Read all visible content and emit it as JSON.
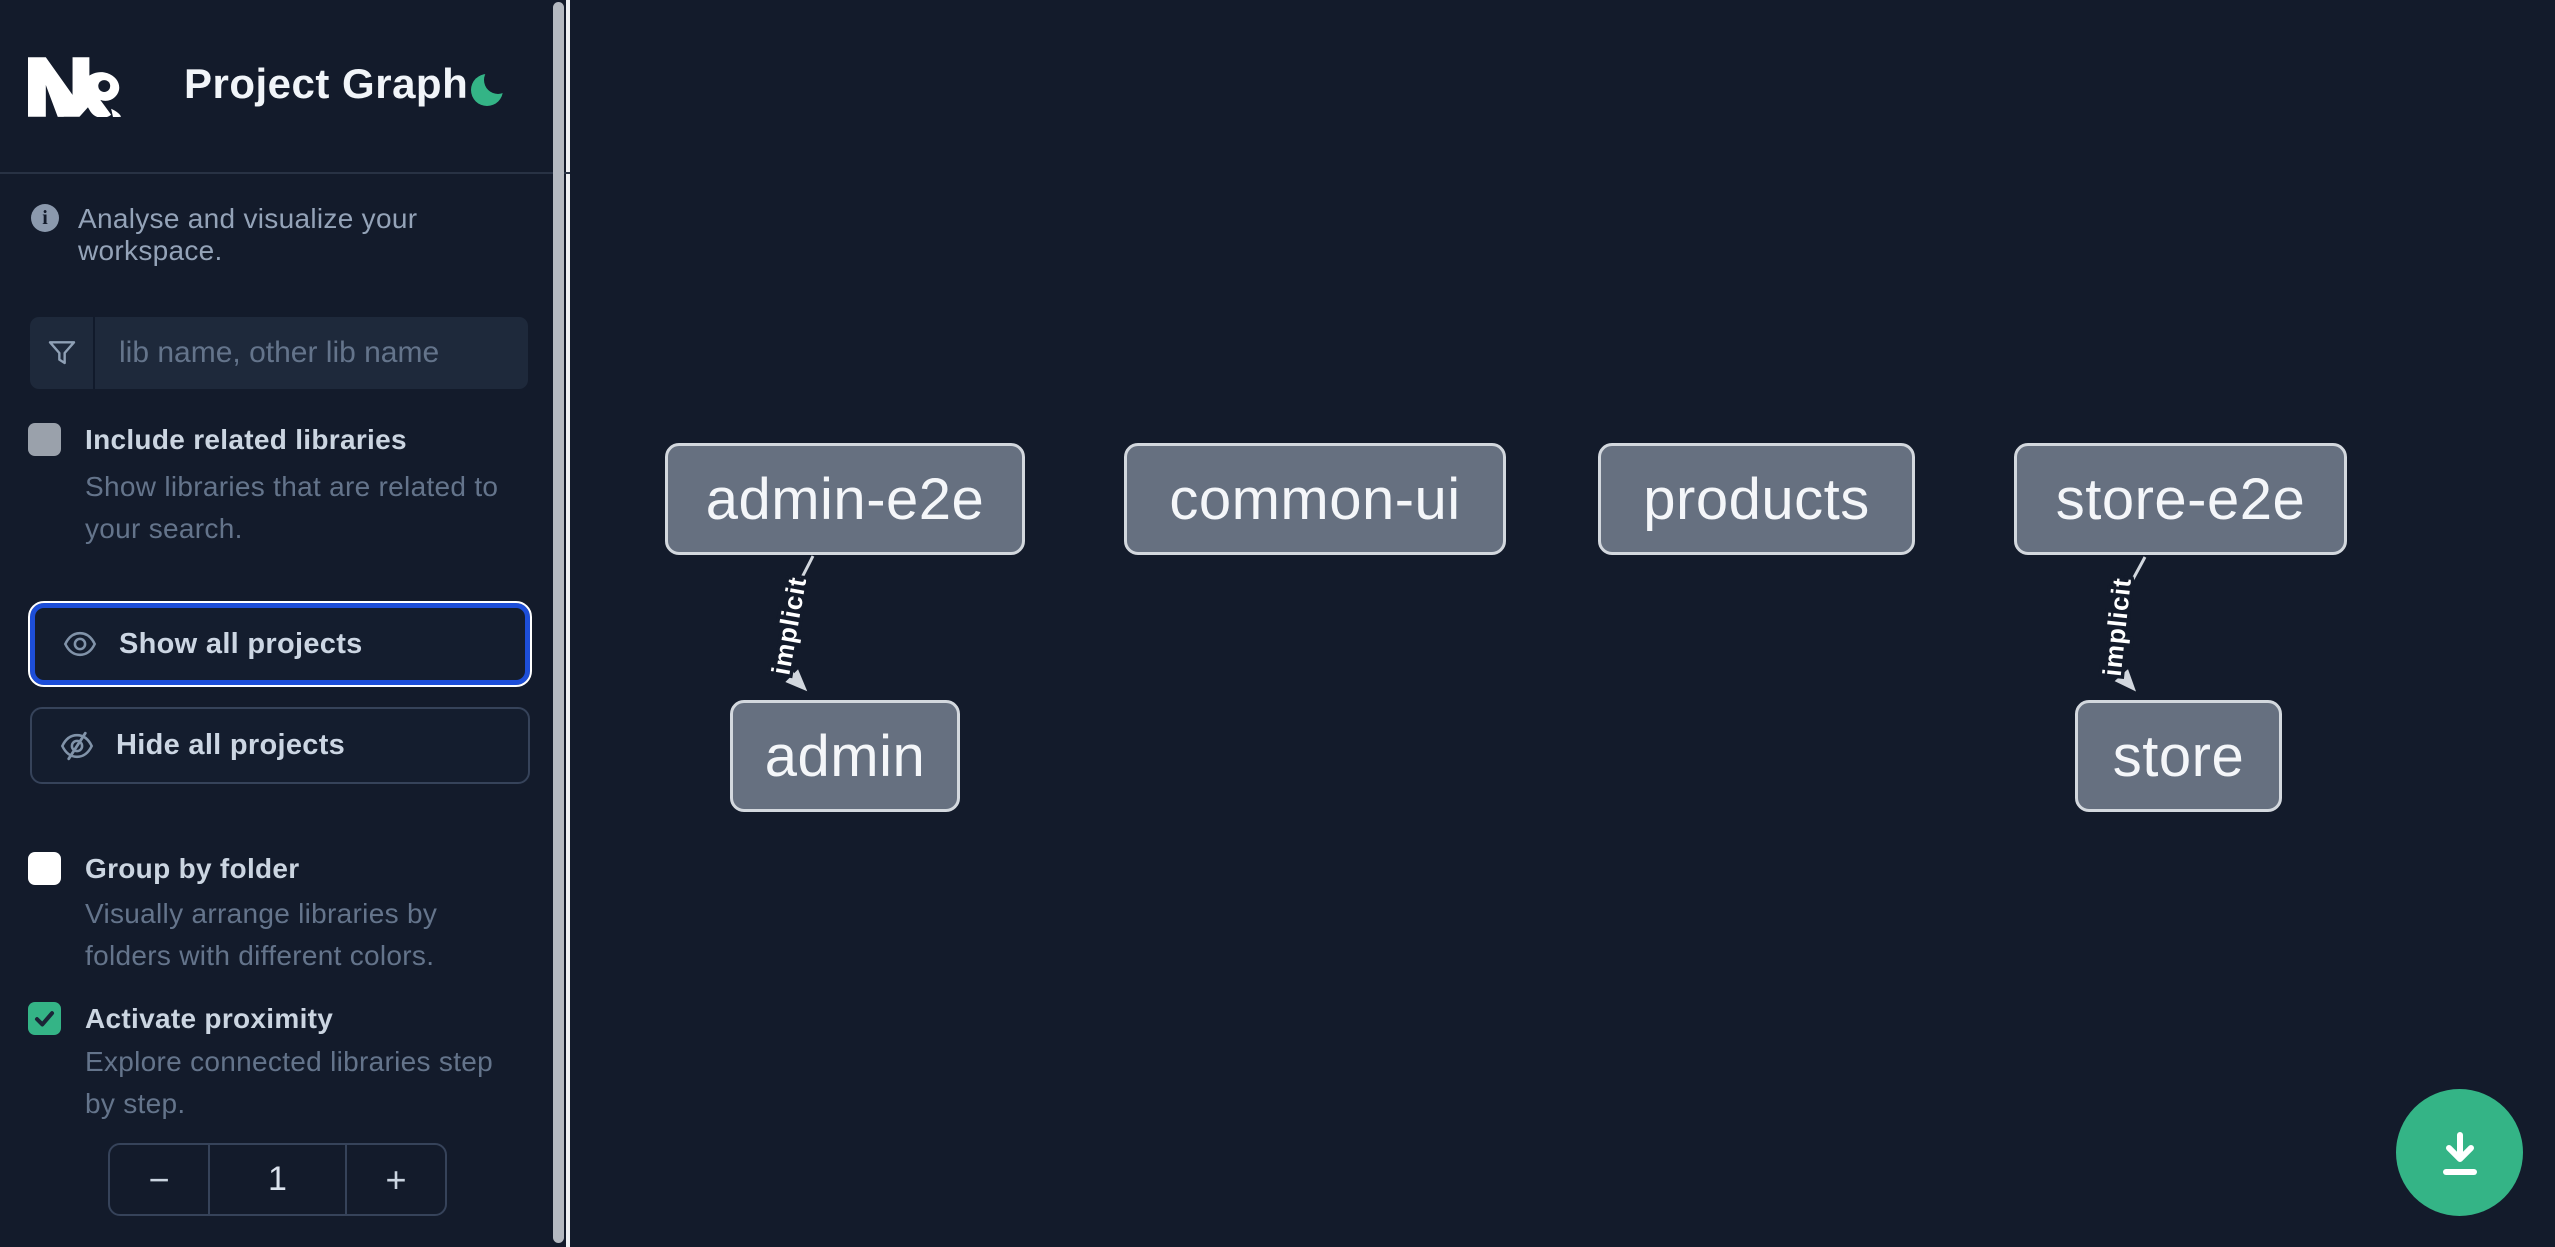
{
  "header": {
    "logo": "nx-logo",
    "title": "Project Graph",
    "theme_toggle_icon": "moon-icon",
    "accent_green": "#34b486"
  },
  "sidebar": {
    "tagline": "Analyse and visualize your workspace.",
    "info_icon": "info-icon",
    "filter": {
      "icon": "funnel-icon",
      "placeholder": "lib name, other lib name",
      "value": ""
    },
    "checkboxes": [
      {
        "id": "include-related-libraries",
        "label": "Include related libraries",
        "description_lines": [
          "Show libraries that are related to",
          "your search."
        ],
        "checked": false
      },
      {
        "id": "group-by-folder",
        "label": "Group by folder",
        "description_lines": [
          "Visually arrange libraries by",
          "folders with different colors."
        ],
        "checked": false
      },
      {
        "id": "activate-proximity",
        "label": "Activate proximity",
        "description_lines": [
          "Explore connected libraries step",
          "by step."
        ],
        "checked": true
      }
    ],
    "buttons": [
      {
        "id": "show-all",
        "icon": "eye-icon",
        "label": "Show all projects",
        "focused": true
      },
      {
        "id": "hide-all",
        "icon": "eye-slash-icon",
        "label": "Hide all projects",
        "focused": false
      }
    ],
    "stepper": {
      "decrement": "−",
      "value": "1",
      "increment": "+"
    }
  },
  "graph": {
    "nodes": [
      {
        "id": "admin-e2e",
        "label": "admin-e2e"
      },
      {
        "id": "common-ui",
        "label": "common-ui"
      },
      {
        "id": "products",
        "label": "products"
      },
      {
        "id": "store-e2e",
        "label": "store-e2e"
      },
      {
        "id": "admin",
        "label": "admin"
      },
      {
        "id": "store",
        "label": "store"
      }
    ],
    "edges": [
      {
        "source": "admin-e2e",
        "target": "admin",
        "label": "implicit"
      },
      {
        "source": "store-e2e",
        "target": "store",
        "label": "implicit"
      }
    ],
    "node_fill": "#667080",
    "node_border": "#d3d8de",
    "background": "#131b2b"
  },
  "fab": {
    "icon": "download-icon",
    "color": "#34b486"
  }
}
